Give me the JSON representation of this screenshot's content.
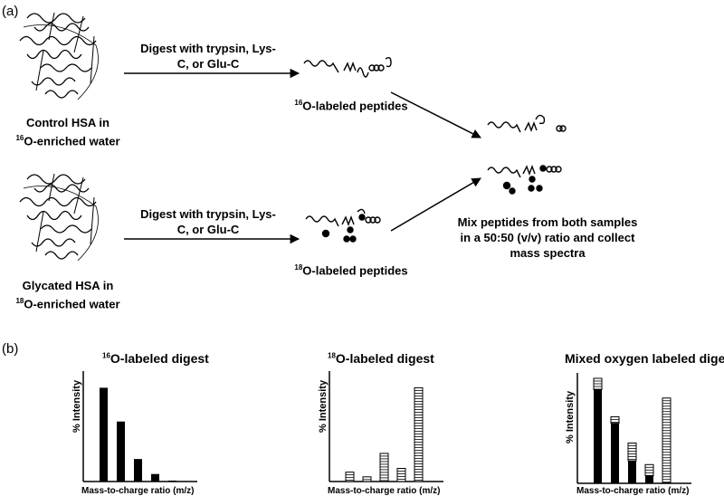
{
  "panel_a": {
    "label": "(a)",
    "digest_label_1": "Digest with trypsin, Lys-C, or Glu-C",
    "digest_label_2": "Digest with trypsin, Lys-C, or Glu-C",
    "control_sample": {
      "line1": "Control HSA in",
      "iso": "16",
      "line2": "O-enriched water"
    },
    "glycated_sample": {
      "line1": "Glycated HSA in",
      "iso": "18",
      "line2": "O-enriched water"
    },
    "o16_peptides": {
      "iso": "16",
      "text": "O-labeled peptides"
    },
    "o18_peptides": {
      "iso": "18",
      "text": "O-labeled peptides"
    },
    "mix_text": "Mix peptides from both samples in a 50:50 (v/v) ratio and collect mass spectra"
  },
  "panel_b": {
    "label": "(b)",
    "x_axis_label": "Mass-to-charge ratio (m/z)",
    "y_axis_label": "% Intensity"
  },
  "chart_data": [
    {
      "type": "bar",
      "title_iso": "16",
      "title": "O-labeled digest",
      "xlabel": "Mass-to-charge ratio (m/z)",
      "ylabel": "% Intensity",
      "series": [
        {
          "values": [
            100,
            64,
            24,
            8,
            1
          ]
        }
      ]
    },
    {
      "type": "bar",
      "title_iso": "18",
      "title": "O-labeled digest",
      "xlabel": "Mass-to-charge ratio (m/z)",
      "ylabel": "% Intensity",
      "series": [
        {
          "values": [
            10,
            5,
            30,
            14,
            100
          ]
        }
      ]
    },
    {
      "type": "bar",
      "title": "Mixed oxygen labeled digest",
      "xlabel": "Mass-to-charge ratio (m/z)",
      "ylabel": "% Intensity",
      "stacked": true,
      "series": [
        {
          "values": [
            100,
            64,
            24,
            8,
            1
          ]
        },
        {
          "values": [
            12,
            7,
            19,
            12,
            90
          ]
        }
      ]
    }
  ],
  "colors": {
    "solid": "#000000",
    "hatched": "#ffffff",
    "line": "#000000"
  }
}
